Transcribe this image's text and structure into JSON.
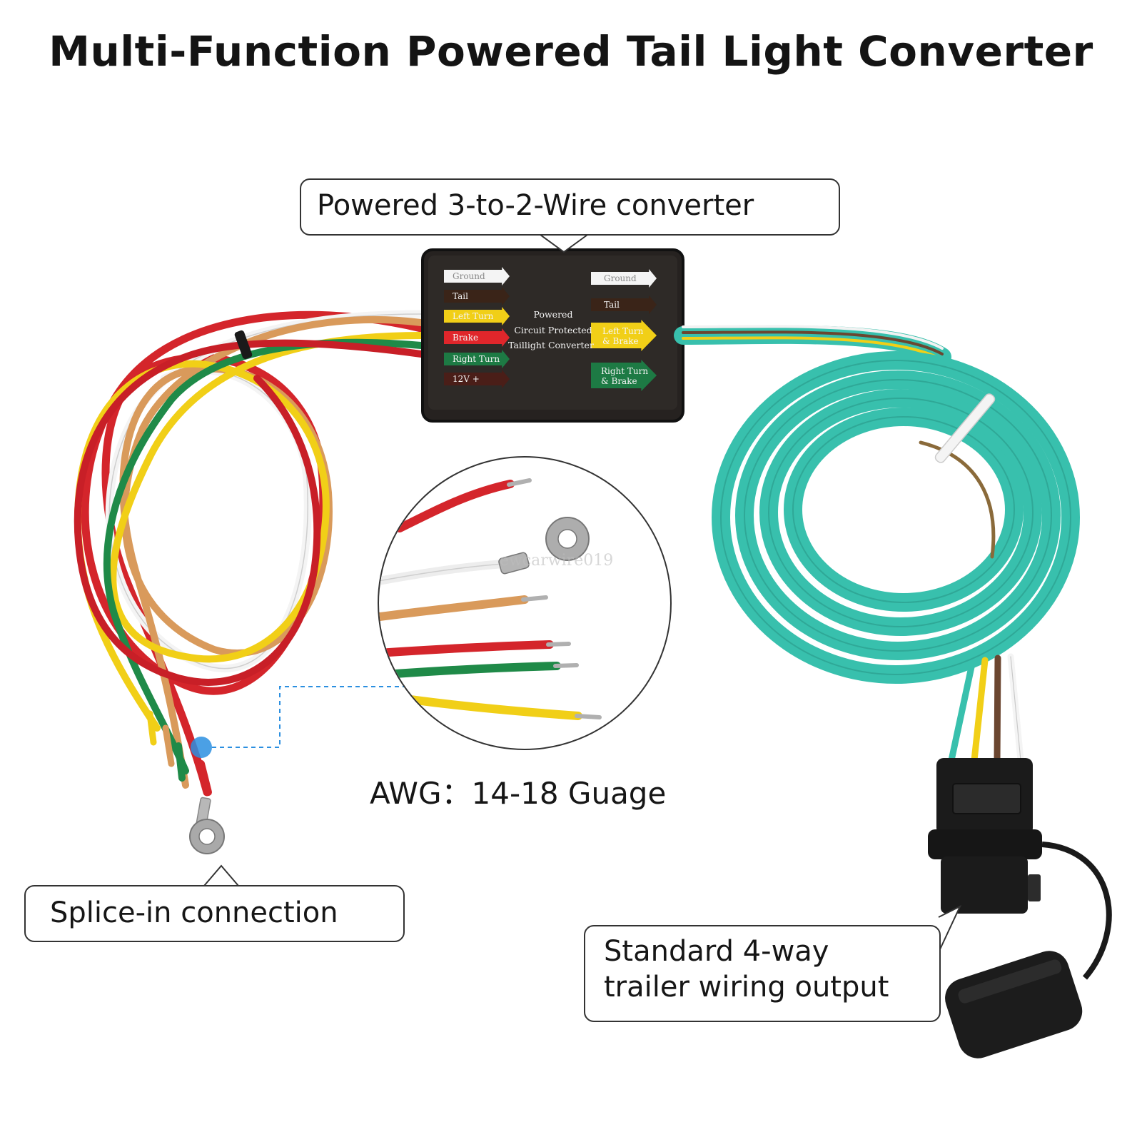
{
  "title": "Multi-Function Powered Tail Light Converter",
  "callouts": {
    "converter": "Powered 3-to-2-Wire converter",
    "splice": "Splice-in connection",
    "output_line1": "Standard 4-way",
    "output_line2": "trailer wiring output"
  },
  "awg_label": "AWG：14-18 Guage",
  "watermark": "ewcarwire019",
  "box": {
    "center_text": [
      "Powered",
      "Circuit Protected",
      "Taillight Converter"
    ],
    "input_labels": [
      "Ground",
      "Tail",
      "Left Turn",
      "Brake",
      "Right Turn",
      "12V +"
    ],
    "output_labels": [
      "Ground",
      "Tail",
      "Left Turn",
      "& Brake",
      "Right Turn",
      "& Brake"
    ]
  },
  "colors": {
    "red": "#d4252b",
    "white": "#f2f2f2",
    "yellow": "#f1cf17",
    "green": "#1f8a48",
    "tan": "#d99a5b",
    "brown": "#6b4630",
    "teal": "#38c0ad",
    "black": "#1b1b1b",
    "accent_blue": "#2b8fe0"
  }
}
